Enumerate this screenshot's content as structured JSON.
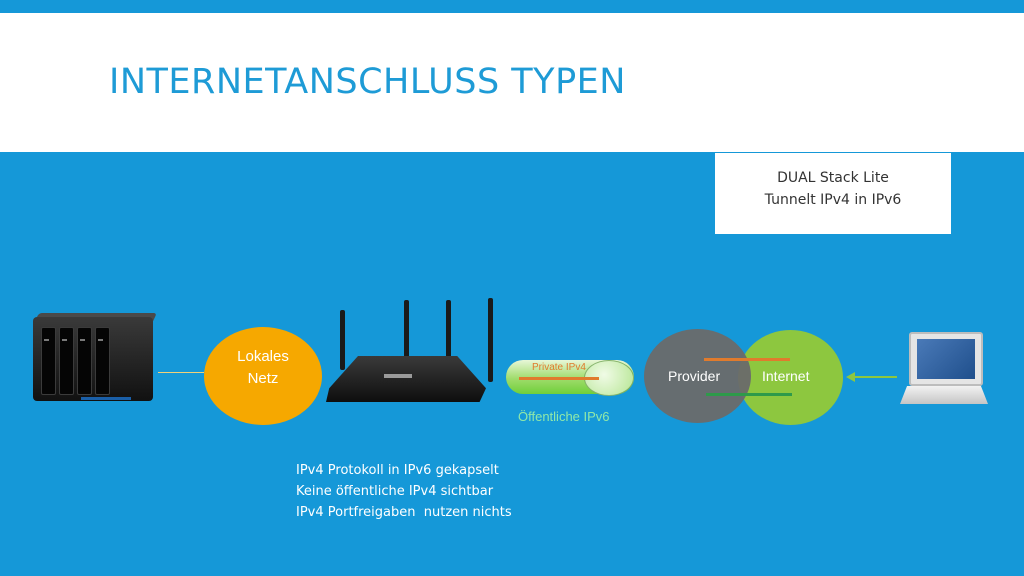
{
  "slide": {
    "title": "INTERNETANSCHLUSS TYPEN",
    "info_box": {
      "line1": "DUAL Stack Lite",
      "line2": "Tunnelt IPv4 in IPv6"
    },
    "nodes": {
      "lokales_netz_line1": "Lokales",
      "lokales_netz_line2": "Netz",
      "provider": "Provider",
      "internet": "Internet"
    },
    "tunnel": {
      "inner_label": "Private IPv4",
      "outer_label": "Öffentliche IPv6"
    },
    "notes": [
      "IPv4 Protokoll in IPv6 gekapselt",
      "Keine öffentliche IPv4 sichtbar",
      "IPv4 Portfreigaben  nutzen nichts"
    ],
    "colors": {
      "background": "#1598d8",
      "title": "#1e9bd6",
      "lokales_netz": "#f6a800",
      "provider": "#6a6a6a",
      "internet": "#8dc73f",
      "private_ipv4": "#e07b2d",
      "public_ipv6_text": "#8fe8a9"
    },
    "icons": [
      "nas-icon",
      "router-icon",
      "laptop-icon",
      "arrow-left-icon"
    ]
  }
}
